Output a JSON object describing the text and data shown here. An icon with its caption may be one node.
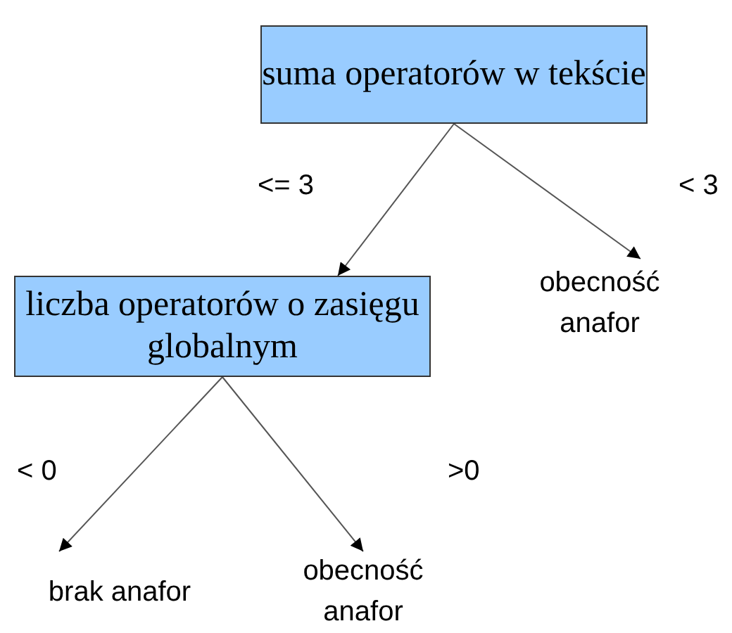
{
  "diagram": {
    "nodes": [
      {
        "text": [
          "suma operatorów w tekście"
        ]
      },
      {
        "text": [
          "liczba operatorów o zasięgu globalnym"
        ]
      },
      {
        "text": [
          "obecność anafor"
        ]
      },
      {
        "text": [
          "brak anafor"
        ]
      },
      {
        "text": [
          "obecność anafor"
        ]
      }
    ],
    "edges": [
      {
        "from": 0,
        "to": 1,
        "arrow": "to",
        "label": "<= 3"
      },
      {
        "from": 0,
        "to": 2,
        "arrow": "to",
        "label": "< 3"
      },
      {
        "from": 1,
        "to": 3,
        "arrow": "to",
        "label": "< 0"
      },
      {
        "from": 1,
        "to": 4,
        "arrow": "to",
        "label": ">0"
      }
    ]
  }
}
